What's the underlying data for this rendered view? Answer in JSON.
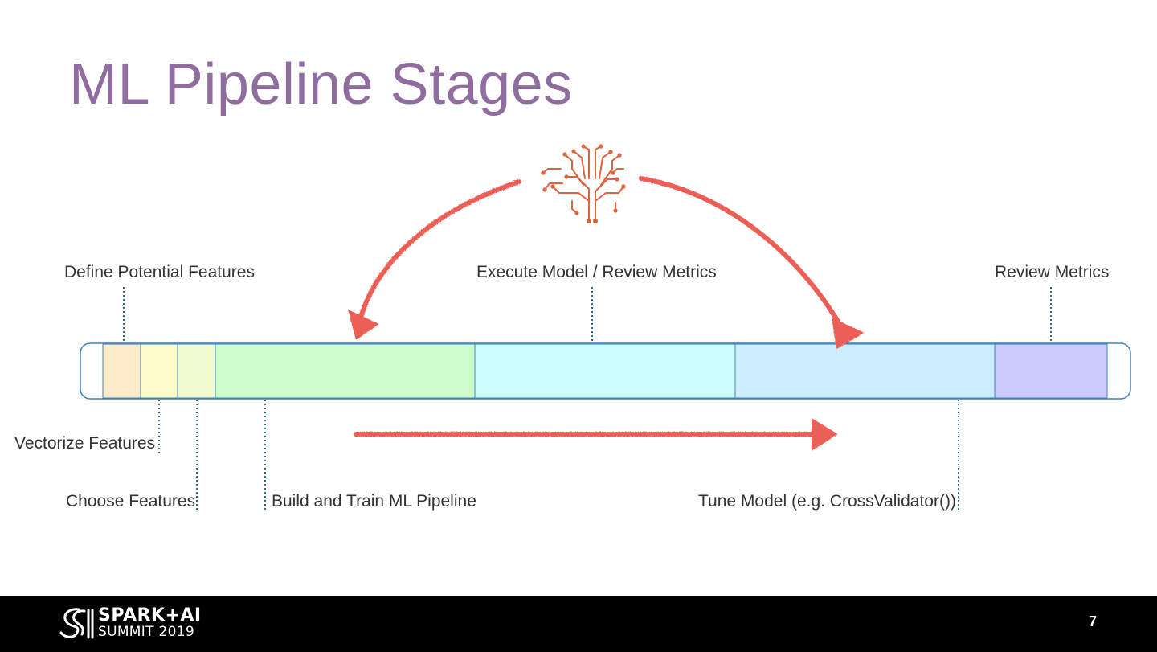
{
  "slide": {
    "title": "ML Pipeline Stages",
    "page_number": "7"
  },
  "labels": {
    "define_features": "Define Potential Features",
    "execute_model": "Execute Model / Review Metrics",
    "review_metrics": "Review Metrics",
    "vectorize_features": "Vectorize Features",
    "choose_features": "Choose Features",
    "build_train": "Build and Train ML Pipeline",
    "tune_model": "Tune Model (e.g. CrossValidator())"
  },
  "colors": {
    "title": "#8f6d9f",
    "arrow": "#ec5f57",
    "brain_icon": "#e0633e",
    "bar_border": "#3b82c4",
    "segments": [
      "#fdebc9",
      "#fdfdcc",
      "#f1fbd2",
      "#cdfccc",
      "#ccfdfb",
      "#cdeffd",
      "#cccbfb"
    ]
  },
  "icons": {
    "brain": "circuit-brain-icon",
    "logo": "spark-ai-logo-icon"
  },
  "footer": {
    "logo_line1": "SPARK+AI",
    "logo_line2": "SUMMIT 2019"
  }
}
